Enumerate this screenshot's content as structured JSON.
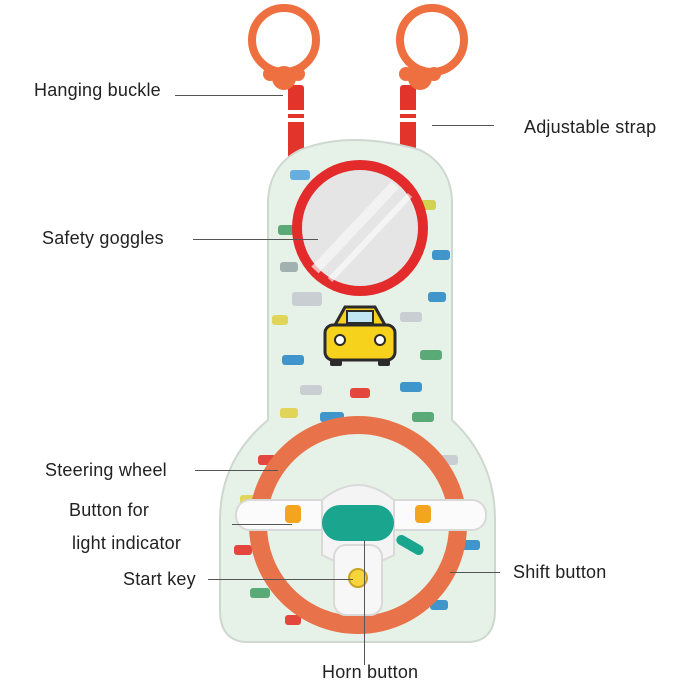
{
  "labels": {
    "hanging_buckle": "Hanging buckle",
    "adjustable_strap": "Adjustable strap",
    "safety_goggles": "Safety goggles",
    "steering_wheel": "Steering wheel",
    "button_for": "Button for",
    "light_indicator": "light indicator",
    "start_key": "Start key",
    "shift_button": "Shift button",
    "horn_button": "Horn button"
  },
  "icons": {
    "hanging_rings": "ring-icon",
    "mirror": "mirror-icon",
    "car": "car-icon",
    "steering_wheel": "steering-wheel-icon"
  },
  "colors": {
    "board": "#e6f2e7",
    "board_outline": "#cfd8d0",
    "strap": "#e3342b",
    "ring": "#ee6f3f",
    "mirror_frame": "#e32b2b",
    "wheel_rim": "#e8734a",
    "car_body": "#f6d21d",
    "button_teal": "#1aa58f",
    "indicator_orange": "#f4a51f",
    "start_key_yellow": "#f7d53a"
  }
}
